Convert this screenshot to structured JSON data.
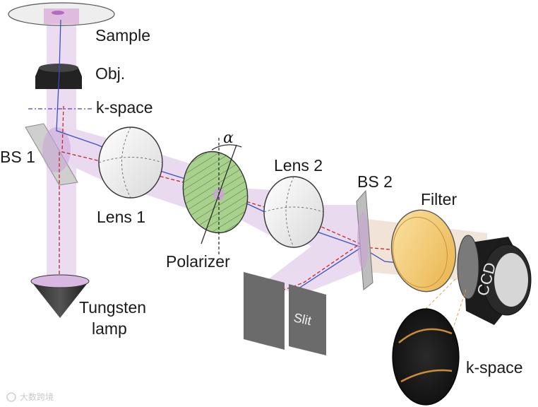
{
  "labels": {
    "sample": "Sample",
    "objective": "Obj.",
    "kspace_top": "k-space",
    "bs1": "BS 1",
    "lens1": "Lens 1",
    "polarizer": "Polarizer",
    "alpha": "α",
    "lens2": "Lens 2",
    "bs2": "BS 2",
    "filter": "Filter",
    "tungsten": "Tungsten",
    "lamp": "lamp",
    "slit": "Slit",
    "ccd": "CCD",
    "kspace_bottom": "k-space"
  },
  "watermark": "大数跨境",
  "colors": {
    "beam": "#d8b8e0",
    "blue_ray": "#3a4fc0",
    "red_ray": "#c0282e",
    "polarizer": "#a9d18e",
    "filter": "#f3c96b",
    "dark_body": "#1c1c1c",
    "slit_plate": "#6b6b6b"
  }
}
